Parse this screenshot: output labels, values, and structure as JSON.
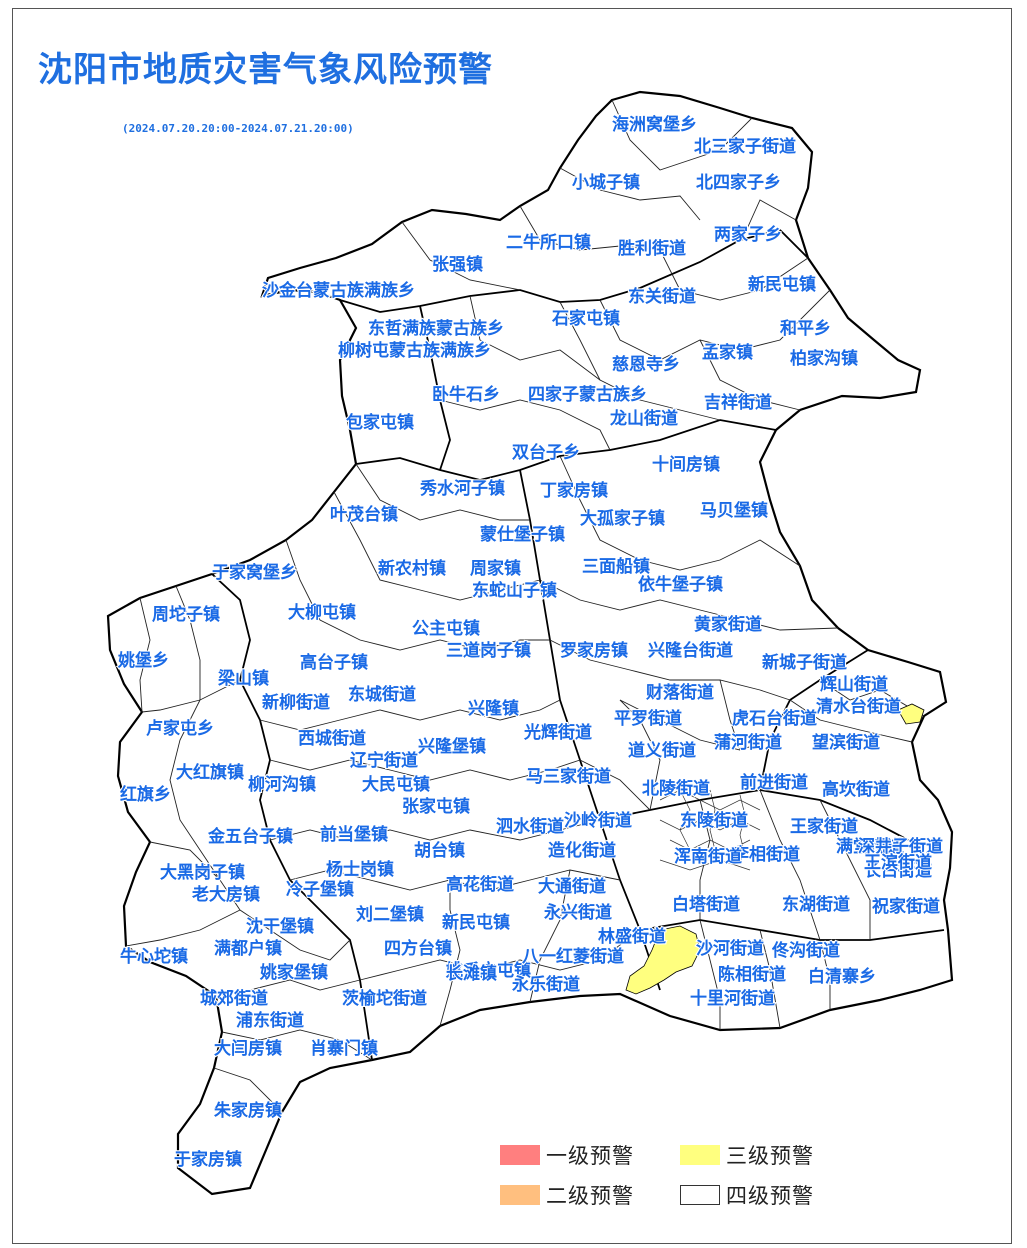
{
  "title": "沈阳市地质灾害气象风险预警",
  "subtitle": "(2024.07.20.20:00-2024.07.21.20:00)",
  "colors": {
    "level1": "#ff7f7f",
    "level2": "#ffbf7f",
    "level3": "#ffff7f",
    "level4": "#ffffff",
    "label": "#1a6ae6"
  },
  "legend": [
    {
      "label": "一级预警",
      "color": "#ff7f7f"
    },
    {
      "label": "三级预警",
      "color": "#ffff7f"
    },
    {
      "label": "二级预警",
      "color": "#ffbf7f"
    },
    {
      "label": "四级预警",
      "color": "#ffffff"
    }
  ],
  "towns": [
    "海洲窝堡乡",
    "北三家子街道",
    "小城子镇",
    "北四家子乡",
    "两家子乡",
    "二牛所口镇",
    "胜利街道",
    "张强镇",
    "沙金台蒙古族满族乡",
    "新民屯镇",
    "东关街道",
    "东哲满族蒙古族乡",
    "石家屯镇",
    "和平乡",
    "柳树屯蒙古族满族乡",
    "孟家镇",
    "柏家沟镇",
    "慈恩寺乡",
    "卧牛石乡",
    "四家子蒙古族乡",
    "吉祥街道",
    "包家屯镇",
    "龙山街道",
    "双台子乡",
    "十间房镇",
    "秀水河子镇",
    "丁家房镇",
    "叶茂台镇",
    "大孤家子镇",
    "马贝堡镇",
    "蒙仕堡子镇",
    "于家窝堡乡",
    "新农村镇",
    "周家镇",
    "三面船镇",
    "东蛇山子镇",
    "依牛堡子镇",
    "周坨子镇",
    "大柳屯镇",
    "公主屯镇",
    "黄家街道",
    "三道岗子镇",
    "罗家房镇",
    "兴隆台街道",
    "新城子街道",
    "姚堡乡",
    "梁山镇",
    "高台子镇",
    "辉山街道",
    "新柳街道",
    "东城街道",
    "财落街道",
    "清水台街道",
    "卢家屯乡",
    "兴隆镇",
    "平罗街道",
    "虎石台街道",
    "西城街道",
    "光辉街道",
    "道义街道",
    "兴隆堡镇",
    "辽宁街道",
    "蒲河街道",
    "望滨街道",
    "大红旗镇",
    "柳河沟镇",
    "大民屯镇",
    "马三家街道",
    "北陵街道",
    "前进街道",
    "高坎街道",
    "红旗乡",
    "张家屯镇",
    "金五台子镇",
    "前当堡镇",
    "胡台镇",
    "沙岭街道",
    "东陵街道",
    "王家街道",
    "泗水街道",
    "李相街道",
    "满堂街道",
    "大黑岗子镇",
    "杨士岗镇",
    "造化街道",
    "浑南街道",
    "长白街道",
    "老大房镇",
    "冷子堡镇",
    "高花街道",
    "大通街道",
    "深井子街道",
    "王滨街道",
    "沈干堡镇",
    "刘二堡镇",
    "新民屯镇",
    "永兴街道",
    "白塔街道",
    "东湖街道",
    "祝家街道",
    "牛心坨镇",
    "满都户镇",
    "四方台镇",
    "林盛街道",
    "姚千户屯镇",
    "沙河街道",
    "佟沟街道",
    "姚家堡镇",
    "长滩镇",
    "八一红菱街道",
    "永乐街道",
    "陈相街道",
    "白清寨乡",
    "城郊街道",
    "茨榆坨街道",
    "十里河街道",
    "浦东街道",
    "大闫房镇",
    "肖寨门镇",
    "朱家房镇",
    "于家房镇"
  ]
}
